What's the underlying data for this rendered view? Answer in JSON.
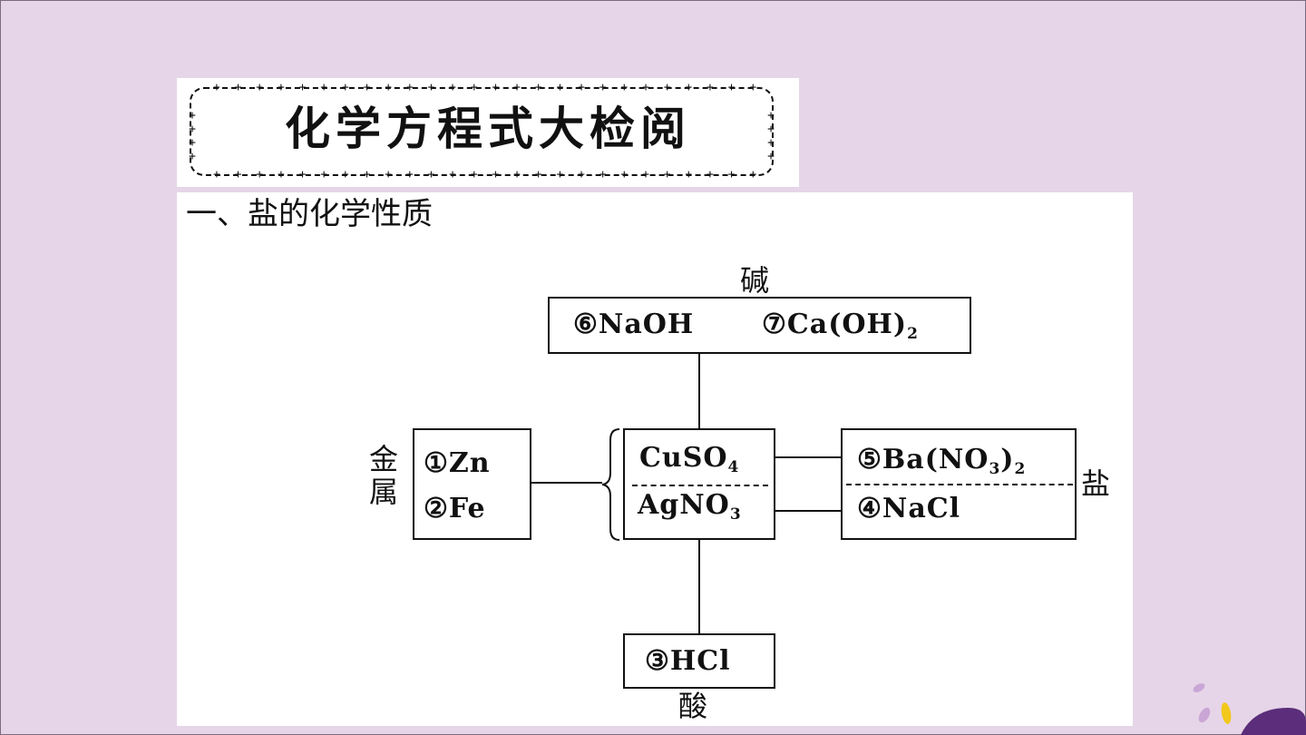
{
  "title": "化学方程式大检阅",
  "section_heading": "一、盐的化学性质",
  "categories": {
    "base": "碱",
    "metal": "金属",
    "salt": "盐",
    "acid": "酸"
  },
  "center": {
    "top": {
      "symbol": "CuSO",
      "sub": "4"
    },
    "bottom": {
      "symbol": "AgNO",
      "sub": "3"
    }
  },
  "metals": [
    "①Zn",
    "②Fe"
  ],
  "bases": {
    "first": "⑥NaOH",
    "second": {
      "main": "⑦Ca(OH)",
      "sub": "2"
    }
  },
  "salts": {
    "first": {
      "pre": "⑤Ba(NO",
      "sub1": "3",
      "mid": ")",
      "sub2": "2"
    },
    "second": "④NaCl"
  },
  "acid": "③HCl",
  "colors": {
    "slide_background": "#e6d5e8",
    "panel": "#ffffff",
    "ink": "#111111",
    "accent_purple": "#5b2d7a",
    "accent_yellow": "#f2c81c",
    "accent_lilac": "#c9a6d6"
  }
}
